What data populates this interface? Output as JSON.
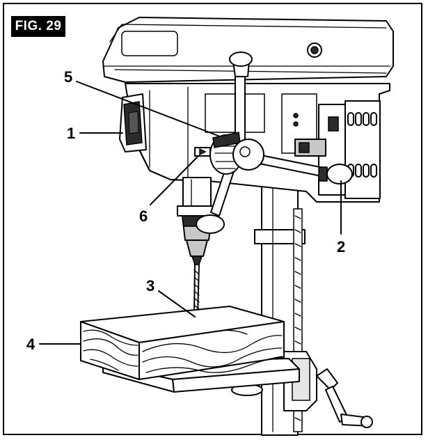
{
  "figure_label": "FIG. 29",
  "callouts": [
    {
      "id": "1",
      "text": "1"
    },
    {
      "id": "2",
      "text": "2"
    },
    {
      "id": "3",
      "text": "3"
    },
    {
      "id": "4",
      "text": "4"
    },
    {
      "id": "5",
      "text": "5"
    },
    {
      "id": "6",
      "text": "6"
    }
  ]
}
